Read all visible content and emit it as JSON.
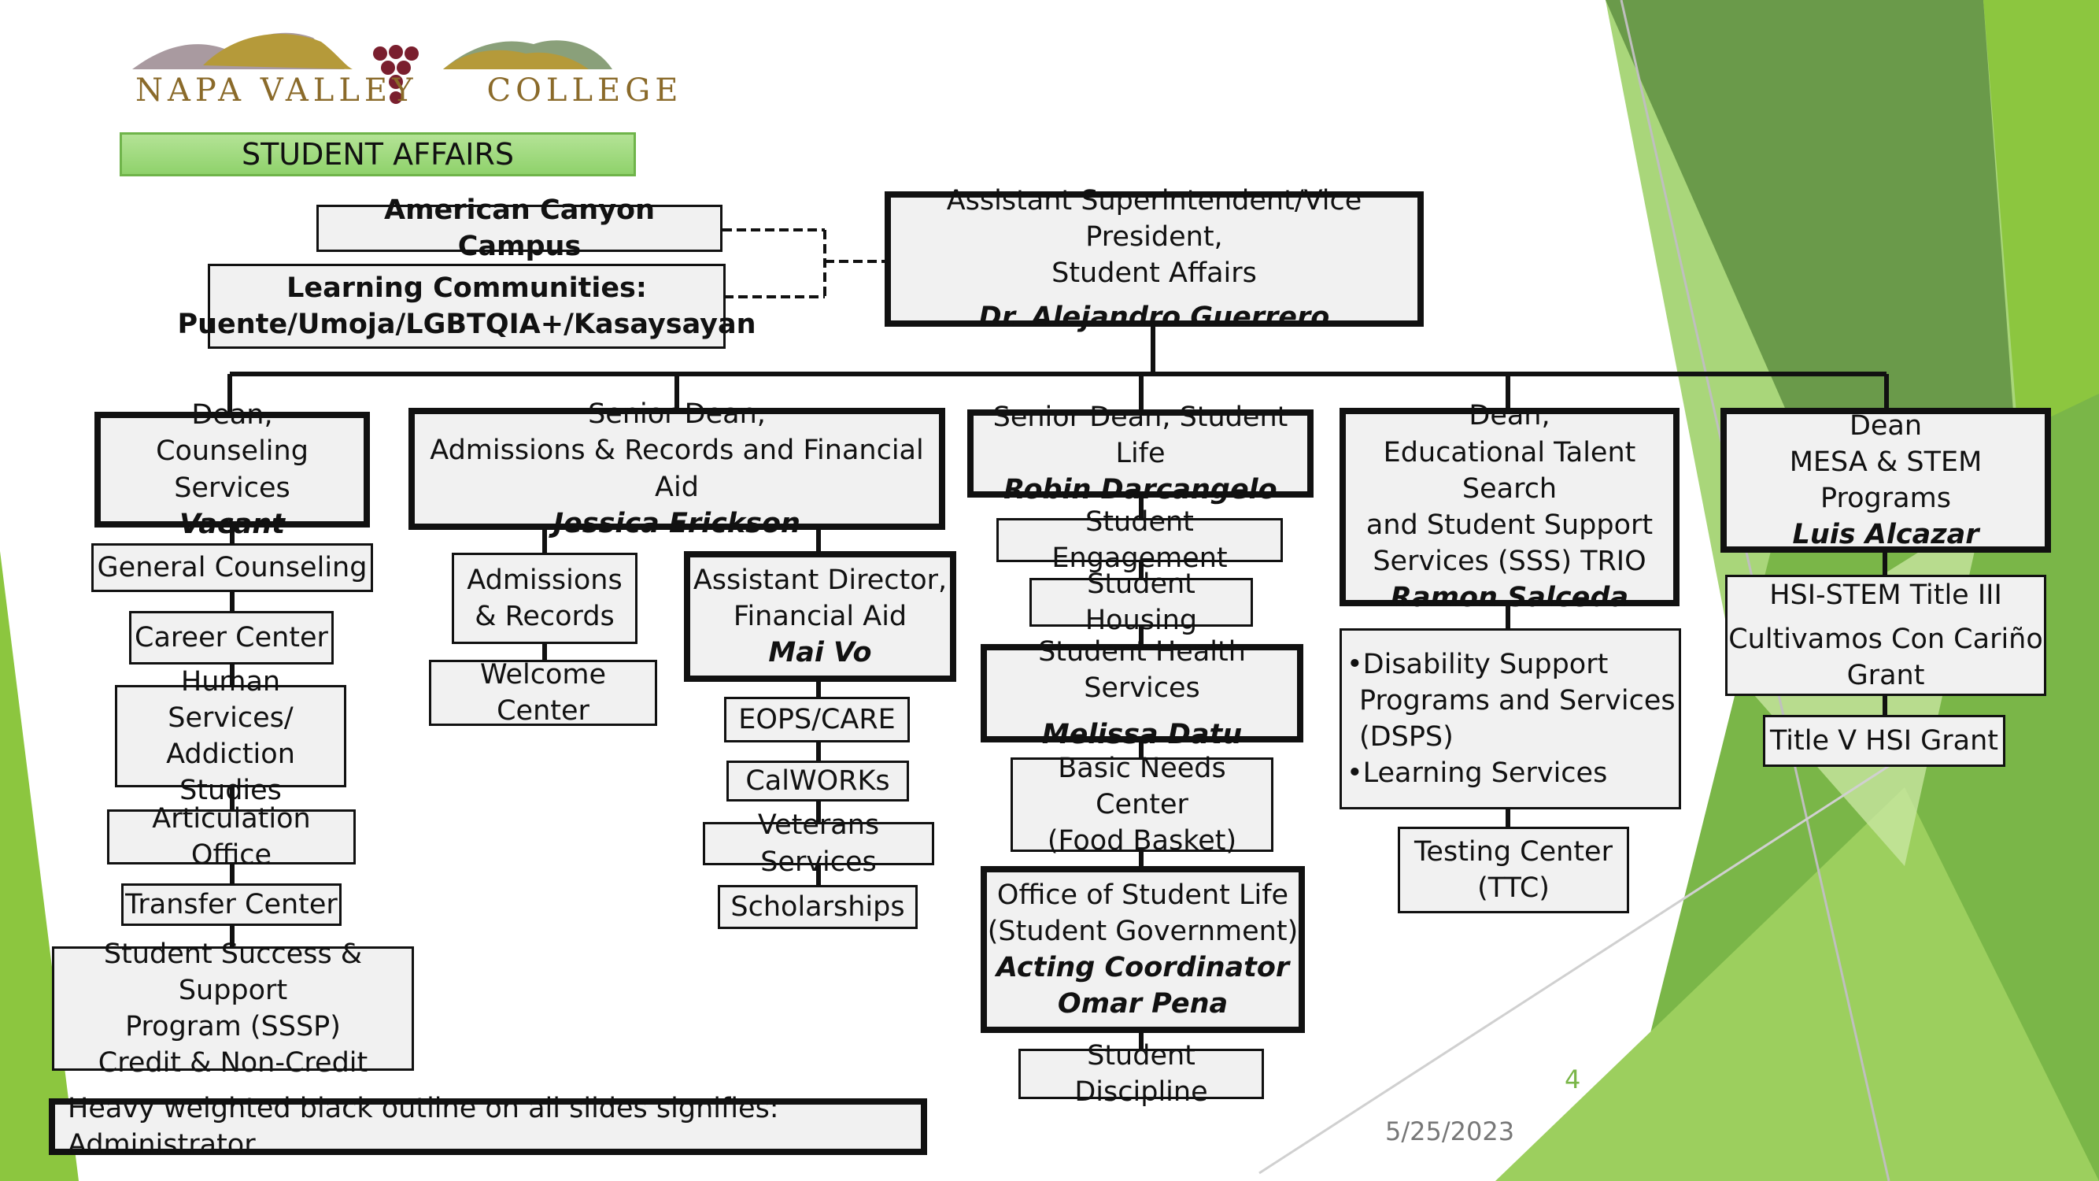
{
  "logo": {
    "word1": "NAPA VALLEY",
    "word2": "COLLEGE"
  },
  "banner": "STUDENT AFFAIRS",
  "side": {
    "campus": "American Canyon Campus",
    "lc_title": "Learning Communities:",
    "lc_list": "Puente/Umoja/LGBTQIA+/Kasaysayan"
  },
  "top": {
    "title1": "Assistant Superintendent/Vice President,",
    "title2": "Student Affairs",
    "name": "Dr. Alejandro Guerrero"
  },
  "dean_counseling": {
    "title1": "Dean,",
    "title2": "Counseling Services",
    "name": "Vacant"
  },
  "counseling_units": {
    "general": "General Counseling",
    "career": "Career Center",
    "human1": "Human Services/",
    "human2": "Addiction Studies",
    "artic": "Articulation Office",
    "transfer": "Transfer Center",
    "sssp1": "Student Success & Support",
    "sssp2": "Program (SSSP)",
    "sssp3": "Credit & Non-Credit"
  },
  "dean_admissions": {
    "title1": "Senior Dean,",
    "title2": "Admissions & Records and Financial Aid",
    "name": "Jessica Erickson"
  },
  "admissions_units": {
    "ar1": "Admissions",
    "ar2": "& Records",
    "welcome": "Welcome Center"
  },
  "finaid": {
    "title1": "Assistant Director,",
    "title2": "Financial Aid",
    "name": "Mai Vo"
  },
  "finaid_units": {
    "eops": "EOPS/CARE",
    "calworks": "CalWORKs",
    "veterans": "Veterans Services",
    "scholarships": "Scholarships"
  },
  "dean_studentlife": {
    "title": "Senior Dean, Student Life",
    "name": "Robin Darcangelo"
  },
  "studentlife_units": {
    "engagement": "Student Engagement",
    "housing": "Student Housing",
    "health_title": "Student Health Services",
    "health_name": "Melissa Datu",
    "basic1": "Basic Needs Center",
    "basic2": "(Food Basket)",
    "osl1": "Office of Student Life",
    "osl2": "(Student Government)",
    "osl3": "Acting Coordinator",
    "osl4": "Omar Pena",
    "discipline": "Student Discipline"
  },
  "dean_ets": {
    "title1": "Dean,",
    "title2": "Educational Talent Search",
    "title3": "and Student Support",
    "title4": "Services (SSS) TRIO",
    "name": "Ramon Salceda"
  },
  "ets_units": {
    "dsps1": "•Disability Support",
    "dsps2": "Programs and Services",
    "dsps3": "(DSPS)",
    "learning": "•Learning Services",
    "ttc1": "Testing Center",
    "ttc2": "(TTC)"
  },
  "dean_mesa": {
    "title1": "Dean",
    "title2": "MESA & STEM Programs",
    "name": "Luis Alcazar"
  },
  "mesa_units": {
    "hsi1": "HSI-STEM Title III",
    "hsi2": "Cultivamos Con Cariño",
    "hsi3": "Grant",
    "titlev": "Title V HSI Grant"
  },
  "legend": "Heavy weighted black outline on all slides signifies: Administrator",
  "page_number": "4",
  "date": "5/25/2023",
  "colors": {
    "green_dark": "#5a8f3a",
    "green_mid": "#7ab648",
    "green_light": "#c8e6a0",
    "logo_brown": "#8a6a2a",
    "grape": "#7a1f2e"
  }
}
